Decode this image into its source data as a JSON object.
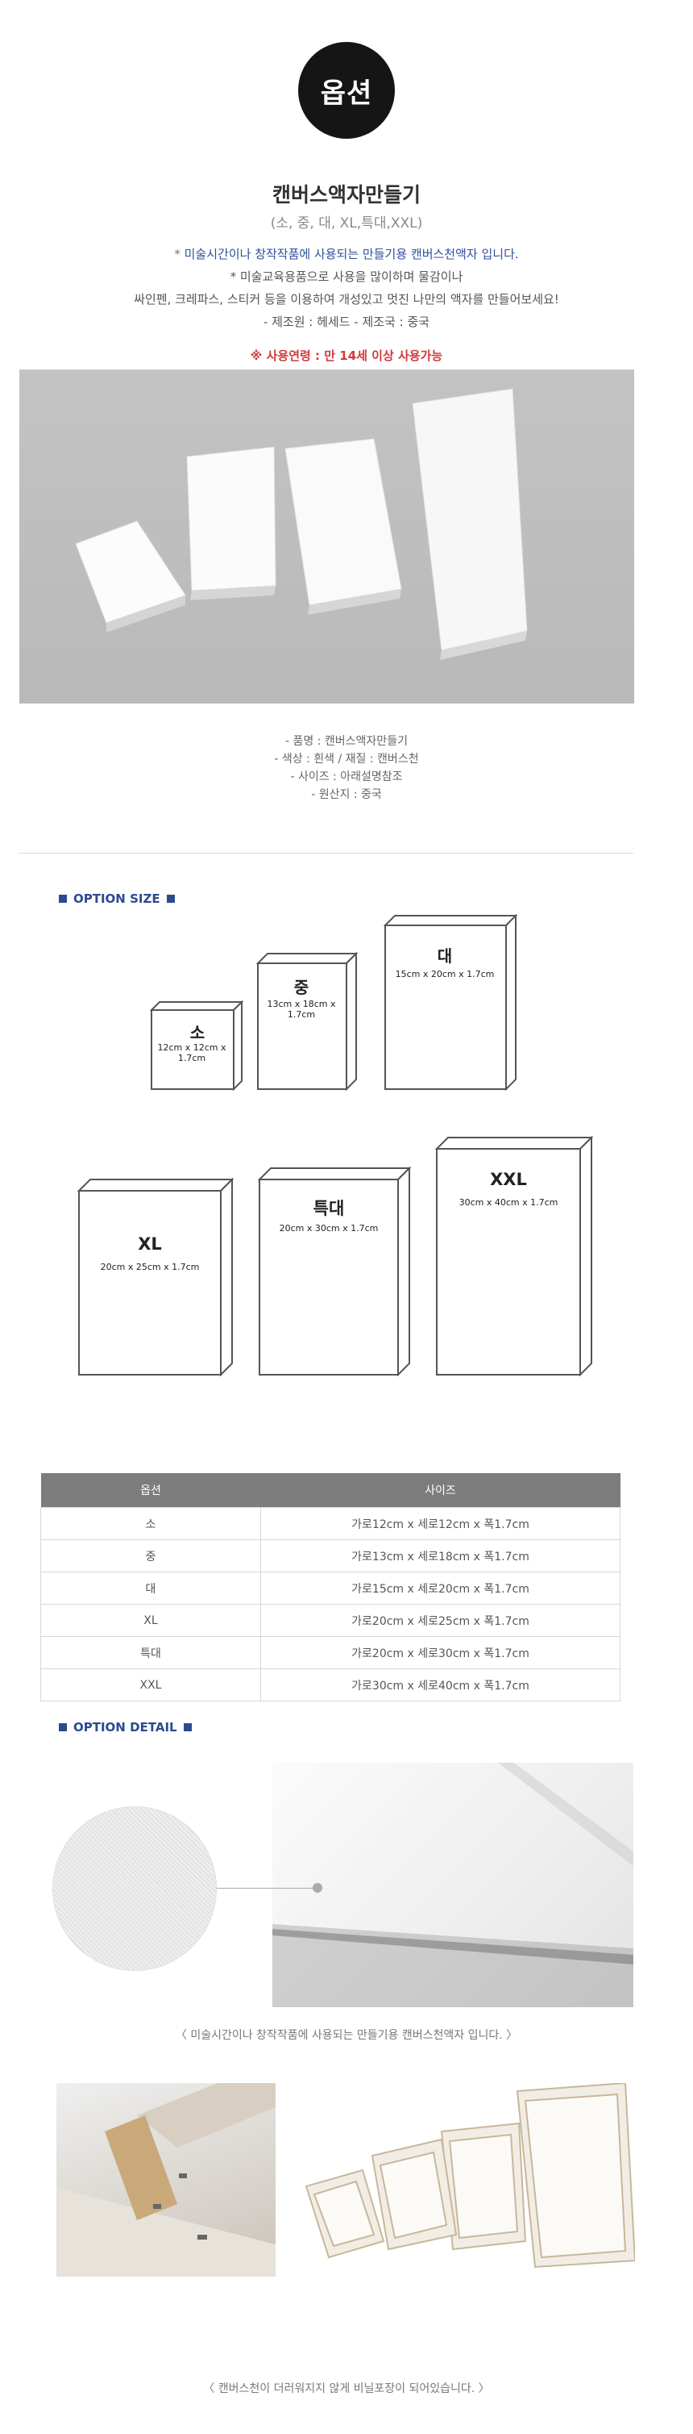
{
  "header": {
    "badge": "옵션",
    "title": "캔버스액자만들기",
    "subtitle": "(소, 중, 대, XL,특대,XXL)",
    "desc1_bullet": "*",
    "desc1": "미술시간이나 창작작품에 사용되는 만들기용 캔버스천액자 입니다.",
    "desc2": "* 미술교육용품으로 사용을 많이하며 물감이나",
    "desc3": "싸인펜, 크레파스, 스티커 등을 이용하여 개성있고 멋진 나만의 액자를 만들어보세요!",
    "desc4": "- 제조원 : 헤세드    - 제조국 : 중국",
    "warning": "※ 사용연령 : 만 14세 이상 사용가능"
  },
  "info": {
    "lines": [
      "- 품명 : 캔버스액자만들기",
      "- 색상 : 흰색 / 재질 : 캔버스천",
      "- 사이즈 : 아래설명참조",
      "- 원산지 : 중국"
    ]
  },
  "option_size": {
    "title": "OPTION SIZE",
    "items": [
      {
        "name": "소",
        "dim": "12cm x 12cm x 1.7cm"
      },
      {
        "name": "중",
        "dim": "13cm x 18cm x 1.7cm"
      },
      {
        "name": "대",
        "dim": "15cm x 20cm x 1.7cm"
      },
      {
        "name": "XL",
        "dim": "20cm x 25cm x 1.7cm"
      },
      {
        "name": "특대",
        "dim": "20cm x 30cm x 1.7cm"
      },
      {
        "name": "XXL",
        "dim": "30cm x 40cm x 1.7cm"
      }
    ]
  },
  "table": {
    "headers": [
      "옵션",
      "사이즈"
    ],
    "rows": [
      [
        "소",
        "가로12cm x 세로12cm x 폭1.7cm"
      ],
      [
        "중",
        "가로13cm x 세로18cm x 폭1.7cm"
      ],
      [
        "대",
        "가로15cm x 세로20cm x 폭1.7cm"
      ],
      [
        "XL",
        "가로20cm x 세로25cm x 폭1.7cm"
      ],
      [
        "특대",
        "가로20cm x 세로30cm x 폭1.7cm"
      ],
      [
        "XXL",
        "가로30cm x 세로40cm x 폭1.7cm"
      ]
    ]
  },
  "option_detail": {
    "title": "OPTION DETAIL",
    "caption1": "〈 미술시간이나 창작작품에 사용되는 만들기용 캔버스천액자 입니다. 〉",
    "caption2": "〈 캔버스천이 더러워지지 않게 비닐포장이 되어있습니다. 〉"
  }
}
